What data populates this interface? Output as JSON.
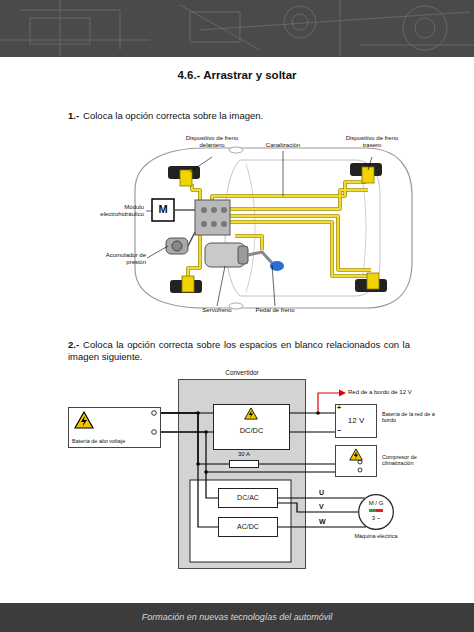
{
  "diagram": {
    "title": "4.6.- Arrastrar y soltar",
    "nodes": [
      {
        "text": [
          "Convertidor"
        ]
      },
      {
        "text": [
          "DC/DC"
        ],
        "in": 0
      },
      {
        "text": [
          "30 A"
        ],
        "in": 0
      },
      {
        "text": [
          "DC/AC"
        ],
        "in": 0
      },
      {
        "text": [
          "AC/DC"
        ],
        "in": 0
      },
      {
        "text": [
          "Batería de alto voltaje"
        ]
      },
      {
        "text": [
          "12 V",
          "Batería de la red de a bordo"
        ]
      },
      {
        "text": [
          "Compresor de climatización"
        ]
      },
      {
        "text": [
          "M / G",
          "3 ~",
          "Máquina eléctrica"
        ]
      }
    ],
    "edges": [
      {
        "from": 5,
        "to": 1,
        "arrow": "none"
      },
      {
        "from": 1,
        "to": 6,
        "arrow": "none"
      },
      {
        "from": 5,
        "to": 2,
        "arrow": "none"
      },
      {
        "from": 2,
        "to": 7,
        "arrow": "none"
      },
      {
        "from": 5,
        "to": 3,
        "arrow": "none"
      },
      {
        "from": 5,
        "to": 4,
        "arrow": "none"
      },
      {
        "from": 3,
        "to": 8,
        "label": "U",
        "arrow": "none"
      },
      {
        "from": 3,
        "to": 8,
        "label": "V",
        "arrow": "none"
      },
      {
        "from": 4,
        "to": 8,
        "label": "W",
        "arrow": "none"
      }
    ],
    "labels": [
      "1.-",
      "Coloca la opción correcta sobre la imagen.",
      "Dispositivo de freno delantero",
      "Canalización",
      "Dispositivo de freno trasero",
      "Módulo electrohidráulico",
      "M",
      "Acumulador de presión",
      "Servofreno",
      "Pedal de freno",
      "2.-",
      "Coloca la opción correcta sobre los espacios en blanco relacionados con la imagen siguiente.",
      "Red de a bordo de 12 V",
      "+",
      "−",
      "Formación en nuevas tecnologías del automóvil"
    ]
  }
}
